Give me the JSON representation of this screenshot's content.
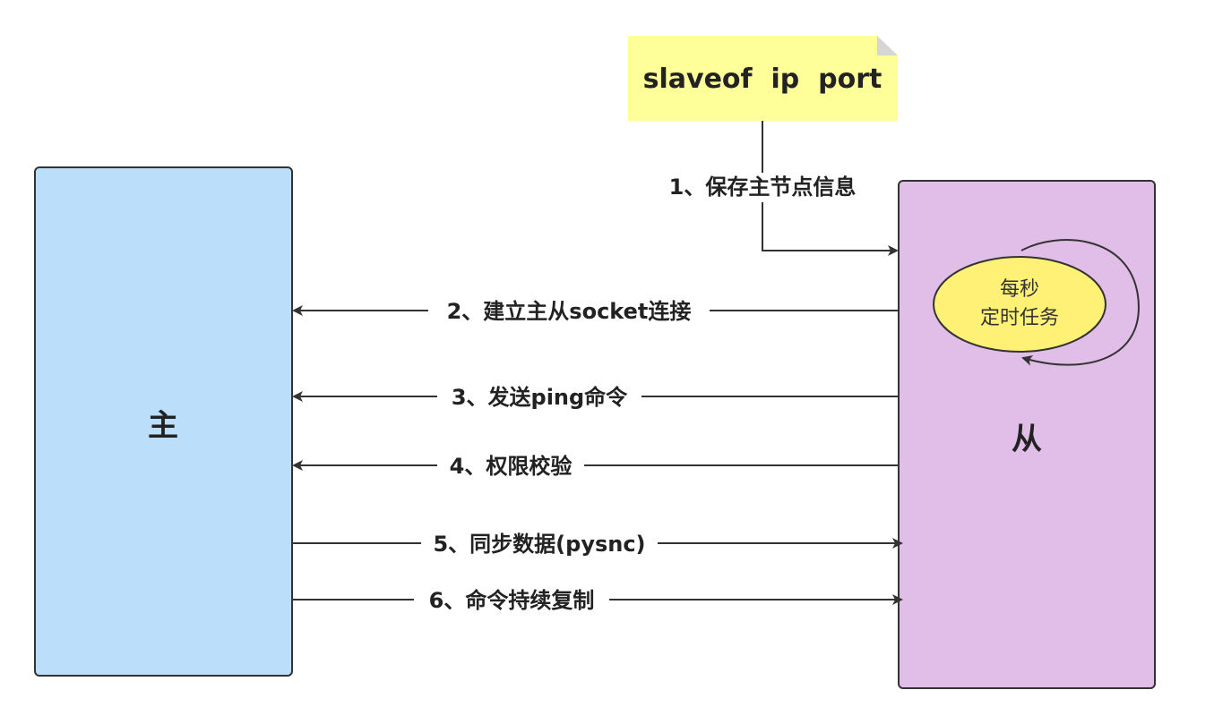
{
  "nodes": {
    "master": {
      "label": "主",
      "fill": "#bbdefb"
    },
    "slave": {
      "label": "从",
      "fill": "#e1bee7"
    },
    "note": {
      "label": "slaveof  ip  port",
      "fill": "#ffff99"
    },
    "timer": {
      "line1": "每秒",
      "line2": "定时任务",
      "fill": "#fff176"
    }
  },
  "edges": [
    {
      "label": "1、保存主节点信息",
      "from": "note",
      "to": "slave"
    },
    {
      "label": "2、建立主从socket连接",
      "from": "slave",
      "to": "master"
    },
    {
      "label": "3、发送ping命令",
      "from": "slave",
      "to": "master"
    },
    {
      "label": "4、权限校验",
      "from": "slave",
      "to": "master"
    },
    {
      "label": "5、同步数据(pysnc)",
      "from": "master",
      "to": "slave"
    },
    {
      "label": "6、命令持续复制",
      "from": "master",
      "to": "slave"
    }
  ],
  "colors": {
    "stroke": "#333333"
  }
}
